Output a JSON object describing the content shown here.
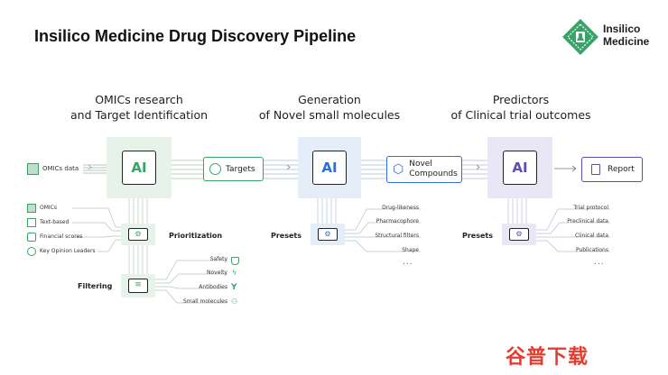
{
  "title": "Insilico Medicine Drug Discovery Pipeline",
  "logo": {
    "line1": "Insilico",
    "line2": "Medicine"
  },
  "colors": {
    "green": "#3aa468",
    "blue": "#2d6fd6",
    "purple": "#5a4fb3",
    "ai_green_bg": "#e6f2ea",
    "ai_blue_bg": "#e4edf8",
    "ai_purple_bg": "#e9e6f5"
  },
  "stages": [
    {
      "line1": "OMICs research",
      "line2": "and Target Identification"
    },
    {
      "line1": "Generation",
      "line2": "of Novel small molecules"
    },
    {
      "line1": "Predictors",
      "line2": "of Clinical trial outcomes"
    }
  ],
  "ai_label": "AI",
  "flow": {
    "input": "OMICs data",
    "targets": "Targets",
    "novel_line1": "Novel",
    "novel_line2": "Compounds",
    "report": "Report"
  },
  "prioritization": {
    "label": "Prioritization",
    "inputs": [
      "OMICs",
      "Text-based",
      "Financial scores",
      "Key Opinion Leaders"
    ]
  },
  "filtering": {
    "label": "Filtering",
    "outputs": [
      "Safety",
      "Novelty",
      "Antibodies",
      "Small molecules"
    ]
  },
  "presets_generation": {
    "label": "Presets",
    "items": [
      "Drug-likeness",
      "Pharmacophore",
      "Structural filters",
      "Shape"
    ],
    "more": "..."
  },
  "presets_clinical": {
    "label": "Presets",
    "items": [
      "Trial protocol",
      "Preclinical data",
      "Clinical data",
      "Publications"
    ],
    "more": "..."
  },
  "watermark": "谷普下载"
}
